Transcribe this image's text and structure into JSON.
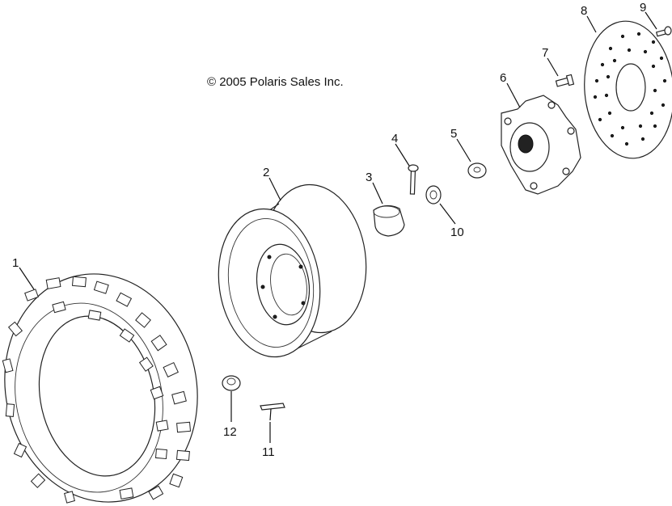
{
  "copyright": "© 2005 Polaris Sales Inc.",
  "callouts": {
    "c1": "1",
    "c2": "2",
    "c3": "3",
    "c4": "4",
    "c5": "5",
    "c6": "6",
    "c7": "7",
    "c8": "8",
    "c9": "9",
    "c10": "10",
    "c11": "11",
    "c12": "12"
  }
}
